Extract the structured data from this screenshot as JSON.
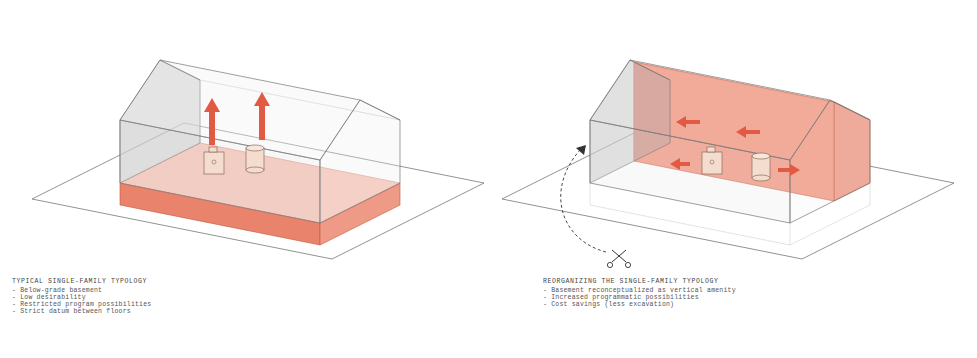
{
  "diagram": {
    "labels": [
      "TYPICAL SINGLE-FAMILY TYPOLOGY",
      "- Below-grade basement",
      "- Low desirability",
      "- Restricted program possibilities",
      "- Strict datum between floors",
      "REORGANIZING THE SINGLE-FAMILY TYPOLOGY",
      "- Basement reconceptualized as vertical amenity",
      "- Increased programmatic possibilities",
      "- Cost savings (less excavation)"
    ]
  }
}
